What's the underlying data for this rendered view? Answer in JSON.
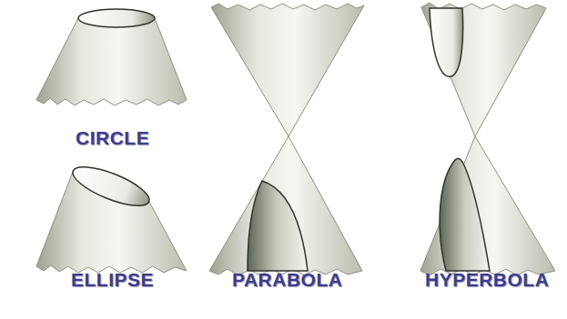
{
  "diagram": {
    "labels": [
      "CIRCLE",
      "ELLIPSE",
      "PARABOLA",
      "HYPERBOLA"
    ]
  }
}
